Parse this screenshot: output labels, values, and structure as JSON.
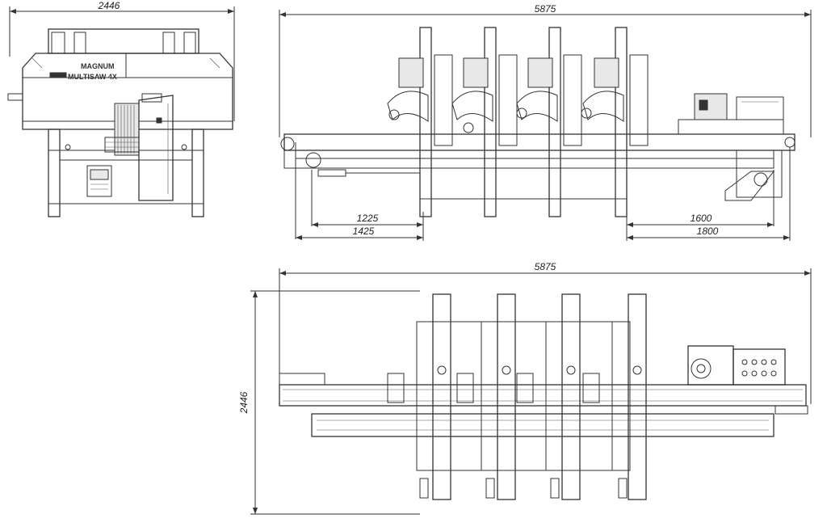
{
  "machine": {
    "brand": "MAGNUM",
    "model": "MULTISAW 4X"
  },
  "front_view": {
    "width_label": "2446"
  },
  "side_view": {
    "length_label": "5875",
    "left_dims": [
      "1225",
      "1425"
    ],
    "right_dims": [
      "1600",
      "1800"
    ]
  },
  "top_view": {
    "length_label": "5875",
    "width_label": "2446"
  },
  "colors": {
    "line": "#333333",
    "background": "#ffffff"
  }
}
